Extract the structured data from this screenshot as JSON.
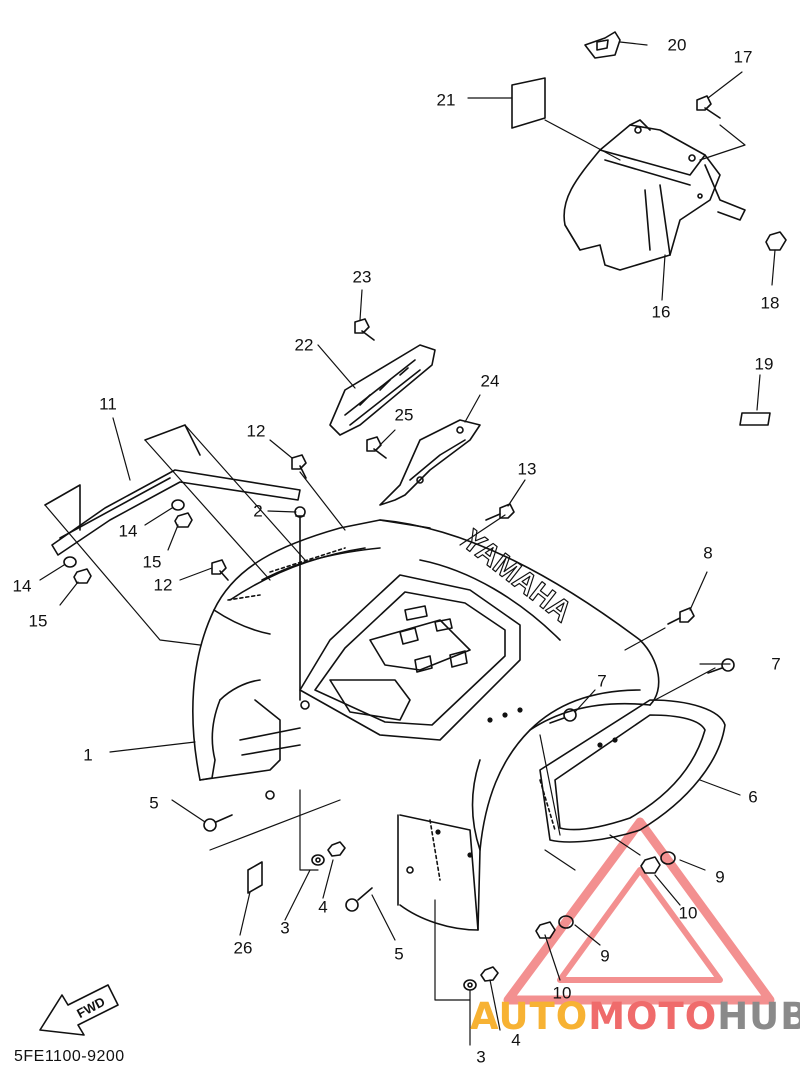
{
  "diagram": {
    "part_code": "5FE1100-9200",
    "fwd_label": "FWD",
    "emblem_text": "YAMAHA",
    "callouts": [
      {
        "id": "c1",
        "label": "1"
      },
      {
        "id": "c2",
        "label": "2"
      },
      {
        "id": "c3a",
        "label": "3"
      },
      {
        "id": "c3b",
        "label": "3"
      },
      {
        "id": "c4a",
        "label": "4"
      },
      {
        "id": "c4b",
        "label": "4"
      },
      {
        "id": "c5a",
        "label": "5"
      },
      {
        "id": "c5b",
        "label": "5"
      },
      {
        "id": "c6",
        "label": "6"
      },
      {
        "id": "c7a",
        "label": "7"
      },
      {
        "id": "c7b",
        "label": "7"
      },
      {
        "id": "c8",
        "label": "8"
      },
      {
        "id": "c9a",
        "label": "9"
      },
      {
        "id": "c9b",
        "label": "9"
      },
      {
        "id": "c10a",
        "label": "10"
      },
      {
        "id": "c10b",
        "label": "10"
      },
      {
        "id": "c11",
        "label": "11"
      },
      {
        "id": "c12a",
        "label": "12"
      },
      {
        "id": "c12b",
        "label": "12"
      },
      {
        "id": "c13",
        "label": "13"
      },
      {
        "id": "c14a",
        "label": "14"
      },
      {
        "id": "c14b",
        "label": "14"
      },
      {
        "id": "c15a",
        "label": "15"
      },
      {
        "id": "c15b",
        "label": "15"
      },
      {
        "id": "c16",
        "label": "16"
      },
      {
        "id": "c17",
        "label": "17"
      },
      {
        "id": "c18",
        "label": "18"
      },
      {
        "id": "c19",
        "label": "19"
      },
      {
        "id": "c20",
        "label": "20"
      },
      {
        "id": "c21",
        "label": "21"
      },
      {
        "id": "c22",
        "label": "22"
      },
      {
        "id": "c23",
        "label": "23"
      },
      {
        "id": "c24",
        "label": "24"
      },
      {
        "id": "c25",
        "label": "25"
      },
      {
        "id": "c26",
        "label": "26"
      }
    ]
  },
  "watermark": {
    "part1": "AUTO",
    "part2": "MOTO",
    "part3": "HUB",
    "colors": {
      "auto": "#f7b233",
      "moto": "#ef6b6b",
      "hub": "#8a8a8a",
      "triangle": "#ef6b6b"
    }
  }
}
